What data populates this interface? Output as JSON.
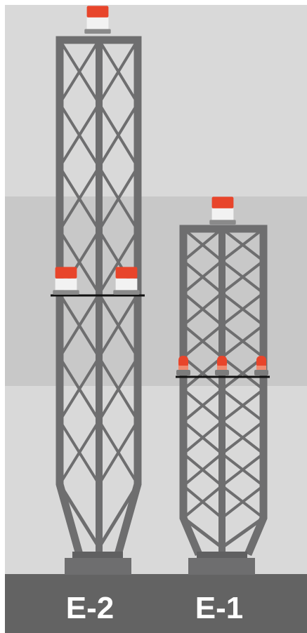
{
  "labels": {
    "tower_left": "E-2",
    "tower_right": "E-1"
  },
  "colors": {
    "band_light": "#d9d9d9",
    "band_mid": "#c8c8c8",
    "ground": "#636363",
    "steel": "#6e6e6f",
    "steel_dark": "#606061",
    "light_red": "#e8452b",
    "light_white": "#f2f2f2",
    "mount_bar": "#111111",
    "label_text": "#ffffff"
  },
  "towers": [
    {
      "id": "E-2",
      "label_key": "tower_left",
      "obstruction_lights": {
        "top": 1,
        "mid_level": 2
      }
    },
    {
      "id": "E-1",
      "label_key": "tower_right",
      "obstruction_lights": {
        "top": 1,
        "mid_level": 3
      }
    }
  ]
}
